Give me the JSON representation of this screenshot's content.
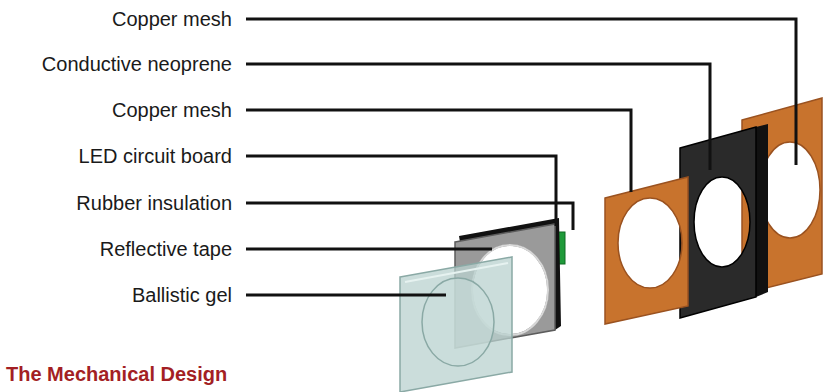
{
  "diagram": {
    "labels": [
      "Copper mesh",
      "Conductive neoprene",
      "Copper mesh",
      "LED circuit board",
      "Rubber insulation",
      "Reflective tape",
      "Ballistic gel",
      "The Mechanical Design"
    ]
  }
}
